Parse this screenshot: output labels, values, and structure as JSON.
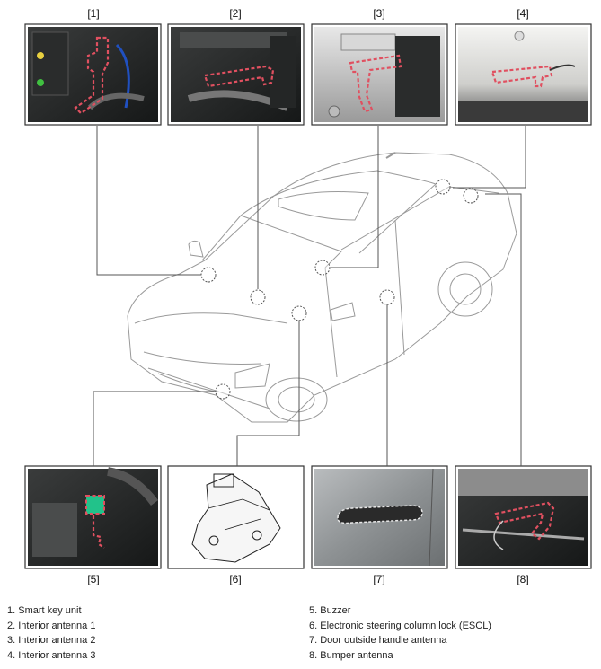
{
  "panels": {
    "p1": {
      "label": "[1]"
    },
    "p2": {
      "label": "[2]"
    },
    "p3": {
      "label": "[3]"
    },
    "p4": {
      "label": "[4]"
    },
    "p5": {
      "label": "[5]"
    },
    "p6": {
      "label": "[6]"
    },
    "p7": {
      "label": "[7]"
    },
    "p8": {
      "label": "[8]"
    }
  },
  "legend": {
    "left": [
      "1. Smart key unit",
      "2. Interior antenna 1",
      "3. Interior antenna 2",
      "4. Interior antenna 3"
    ],
    "right": [
      "5. Buzzer",
      "6. Electronic steering column lock (ESCL)",
      "7. Door outside handle antenna",
      "8. Bumper antenna"
    ]
  },
  "colors": {
    "outline_highlight": "#e05060",
    "buzzer": "#22c28a",
    "leader_line": "#555555",
    "panel_border": "#333333"
  }
}
